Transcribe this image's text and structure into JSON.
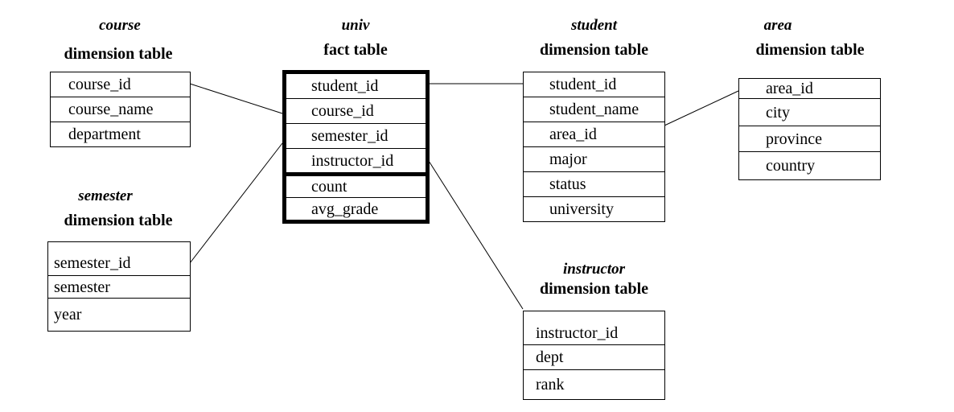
{
  "tables": {
    "course": {
      "name": "course",
      "kind": "dimension table",
      "fields": [
        "course_id",
        "course_name",
        "department"
      ]
    },
    "semester": {
      "name": "semester",
      "kind": "dimension table",
      "fields": [
        "semester_id",
        "semester",
        "year"
      ]
    },
    "univ": {
      "name": "univ",
      "kind": "fact table",
      "fields": [
        "student_id",
        "course_id",
        "semester_id",
        "instructor_id",
        "count",
        "avg_grade"
      ]
    },
    "student": {
      "name": "student",
      "kind": "dimension table",
      "fields": [
        "student_id",
        "student_name",
        "area_id",
        "major",
        "status",
        "university"
      ]
    },
    "area": {
      "name": "area",
      "kind": "dimension table",
      "fields": [
        "area_id",
        "city",
        "province",
        "country"
      ]
    },
    "instructor": {
      "name": "instructor",
      "kind": "dimension table",
      "fields": [
        "instructor_id",
        "dept",
        "rank"
      ]
    }
  },
  "links": [
    {
      "from": "univ.course_id",
      "to": "course.course_id"
    },
    {
      "from": "univ.semester_id",
      "to": "semester.semester_id"
    },
    {
      "from": "univ.student_id",
      "to": "student.student_id"
    },
    {
      "from": "univ.instructor_id",
      "to": "instructor.instructor_id"
    },
    {
      "from": "student.area_id",
      "to": "area.area_id"
    }
  ]
}
